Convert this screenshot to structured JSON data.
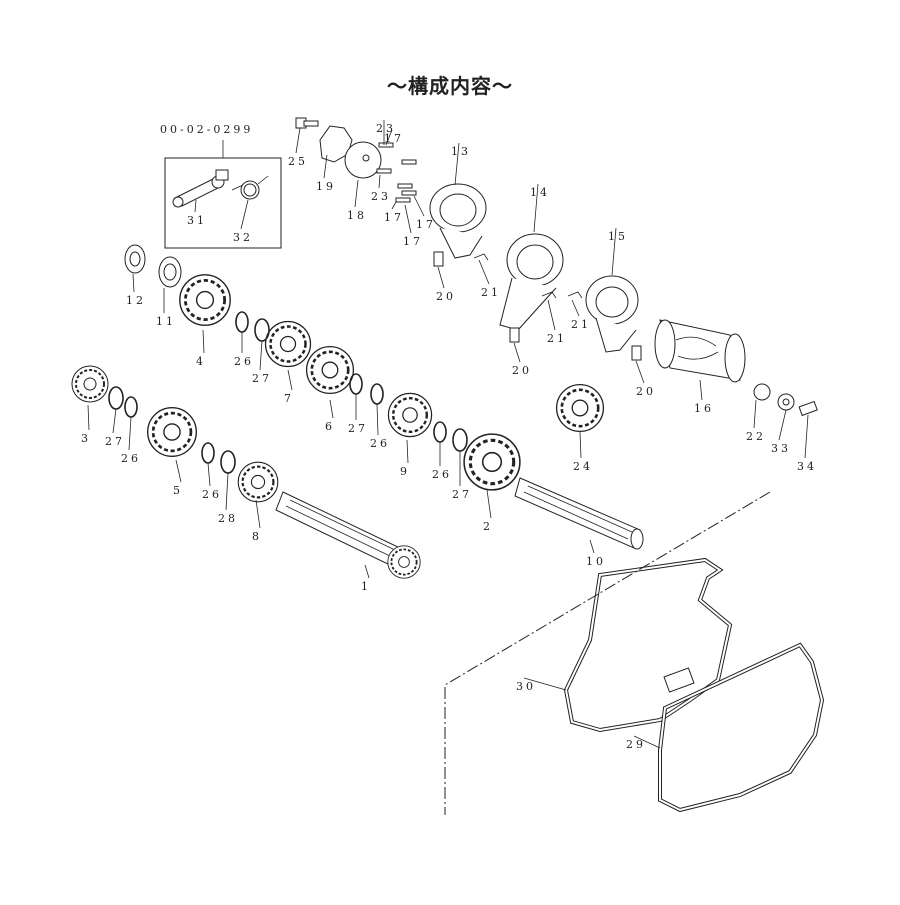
{
  "title": "～構成内容～",
  "kit_code": "00-02-0299",
  "callouts": [
    {
      "id": "p1",
      "label": "1"
    },
    {
      "id": "p2",
      "label": "2"
    },
    {
      "id": "p3",
      "label": "3"
    },
    {
      "id": "p4",
      "label": "4"
    },
    {
      "id": "p5",
      "label": "5"
    },
    {
      "id": "p6",
      "label": "6"
    },
    {
      "id": "p7",
      "label": "7"
    },
    {
      "id": "p8",
      "label": "8"
    },
    {
      "id": "p9",
      "label": "9"
    },
    {
      "id": "p10",
      "label": "10"
    },
    {
      "id": "p11",
      "label": "11"
    },
    {
      "id": "p12",
      "label": "12"
    },
    {
      "id": "p13",
      "label": "13"
    },
    {
      "id": "p14",
      "label": "14"
    },
    {
      "id": "p15",
      "label": "15"
    },
    {
      "id": "p16",
      "label": "16"
    },
    {
      "id": "p17a",
      "label": "17"
    },
    {
      "id": "p17b",
      "label": "17"
    },
    {
      "id": "p17c",
      "label": "17"
    },
    {
      "id": "p17d",
      "label": "17"
    },
    {
      "id": "p18",
      "label": "18"
    },
    {
      "id": "p19",
      "label": "19"
    },
    {
      "id": "p20a",
      "label": "20"
    },
    {
      "id": "p20b",
      "label": "20"
    },
    {
      "id": "p20c",
      "label": "20"
    },
    {
      "id": "p21a",
      "label": "21"
    },
    {
      "id": "p21b",
      "label": "21"
    },
    {
      "id": "p21c",
      "label": "21"
    },
    {
      "id": "p22",
      "label": "22"
    },
    {
      "id": "p23a",
      "label": "23"
    },
    {
      "id": "p23b",
      "label": "23"
    },
    {
      "id": "p24",
      "label": "24"
    },
    {
      "id": "p25",
      "label": "25"
    },
    {
      "id": "p26a",
      "label": "26"
    },
    {
      "id": "p26b",
      "label": "26"
    },
    {
      "id": "p26c",
      "label": "26"
    },
    {
      "id": "p26d",
      "label": "26"
    },
    {
      "id": "p26e",
      "label": "26"
    },
    {
      "id": "p27a",
      "label": "27"
    },
    {
      "id": "p27b",
      "label": "27"
    },
    {
      "id": "p27c",
      "label": "27"
    },
    {
      "id": "p27d",
      "label": "27"
    },
    {
      "id": "p28",
      "label": "28"
    },
    {
      "id": "p29",
      "label": "29"
    },
    {
      "id": "p30",
      "label": "30"
    },
    {
      "id": "p31",
      "label": "31"
    },
    {
      "id": "p32",
      "label": "32"
    },
    {
      "id": "p33",
      "label": "33"
    },
    {
      "id": "p34",
      "label": "34"
    }
  ],
  "colors": {
    "line": "#222222",
    "background": "#ffffff",
    "fill_dark": "#444444"
  }
}
